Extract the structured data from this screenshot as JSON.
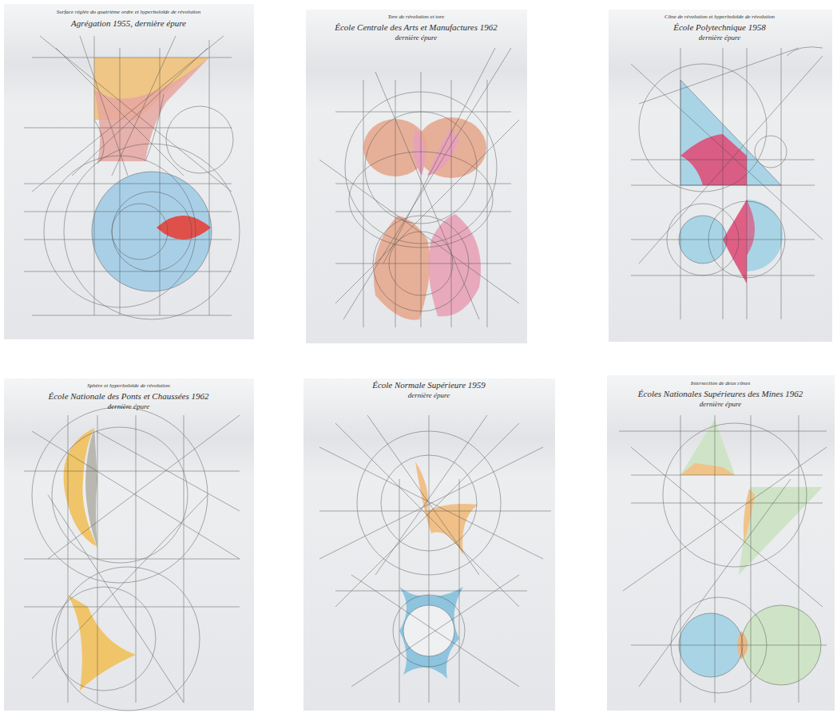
{
  "diagram": {
    "labels": [
      "Surface réglée du quatrième ordre et hyperboloïde de révolution",
      "Agrégation 1955, dernière épure",
      "Tore de révolution et tore",
      "École Centrale des Arts et Manufactures 1962",
      "dernière épure",
      "Cône de révolution et hyperboloïde de révolution",
      "École Polytechnique 1958",
      "dernière épure",
      "Sphère et hyperboloïde de révolution",
      "École Nationale des Ponts et Chaussées 1962",
      "dernière épure",
      "École Normale Supérieure 1959",
      "dernière épure",
      "Intersection de deux cônes",
      "Écoles Nationales Supérieures des Mines 1962",
      "dernière épure"
    ]
  }
}
